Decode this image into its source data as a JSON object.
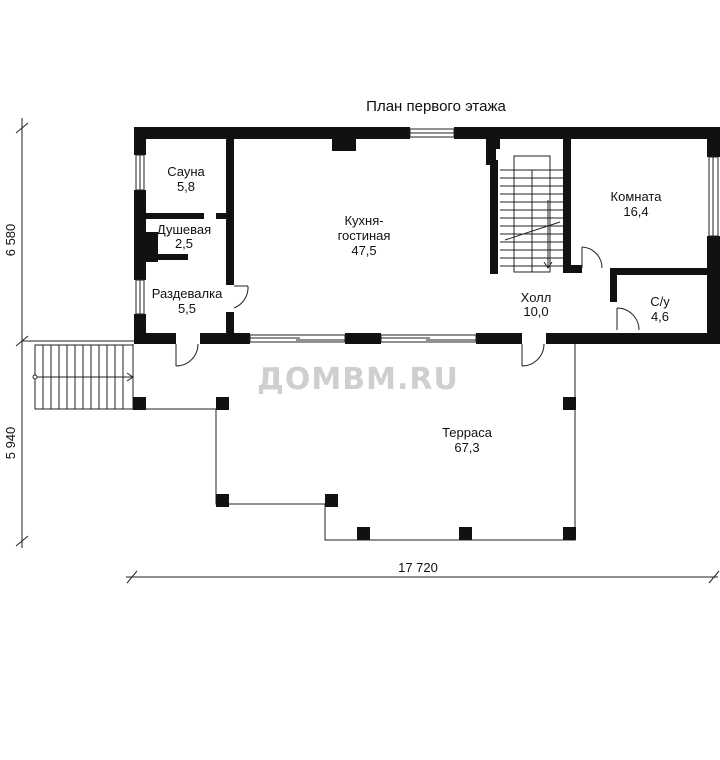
{
  "title": "План первого этажа",
  "watermark": "ДОМВМ.RU",
  "rooms": {
    "sauna": {
      "name": "Сауна",
      "area": "5,8"
    },
    "shower": {
      "name": "Душевая",
      "area": "2,5"
    },
    "dressing": {
      "name": "Раздевалка",
      "area": "5,5"
    },
    "kitchen": {
      "name_line1": "Кухня-",
      "name_line2": "гостиная",
      "area": "47,5"
    },
    "room": {
      "name": "Комната",
      "area": "16,4"
    },
    "hall": {
      "name": "Холл",
      "area": "10,0"
    },
    "wc": {
      "name": "С/у",
      "area": "4,6"
    },
    "terrace": {
      "name": "Терраса",
      "area": "67,3"
    }
  },
  "dimensions": {
    "top_left": "6 580",
    "bottom_left": "5 940",
    "bottom": "17 720"
  }
}
